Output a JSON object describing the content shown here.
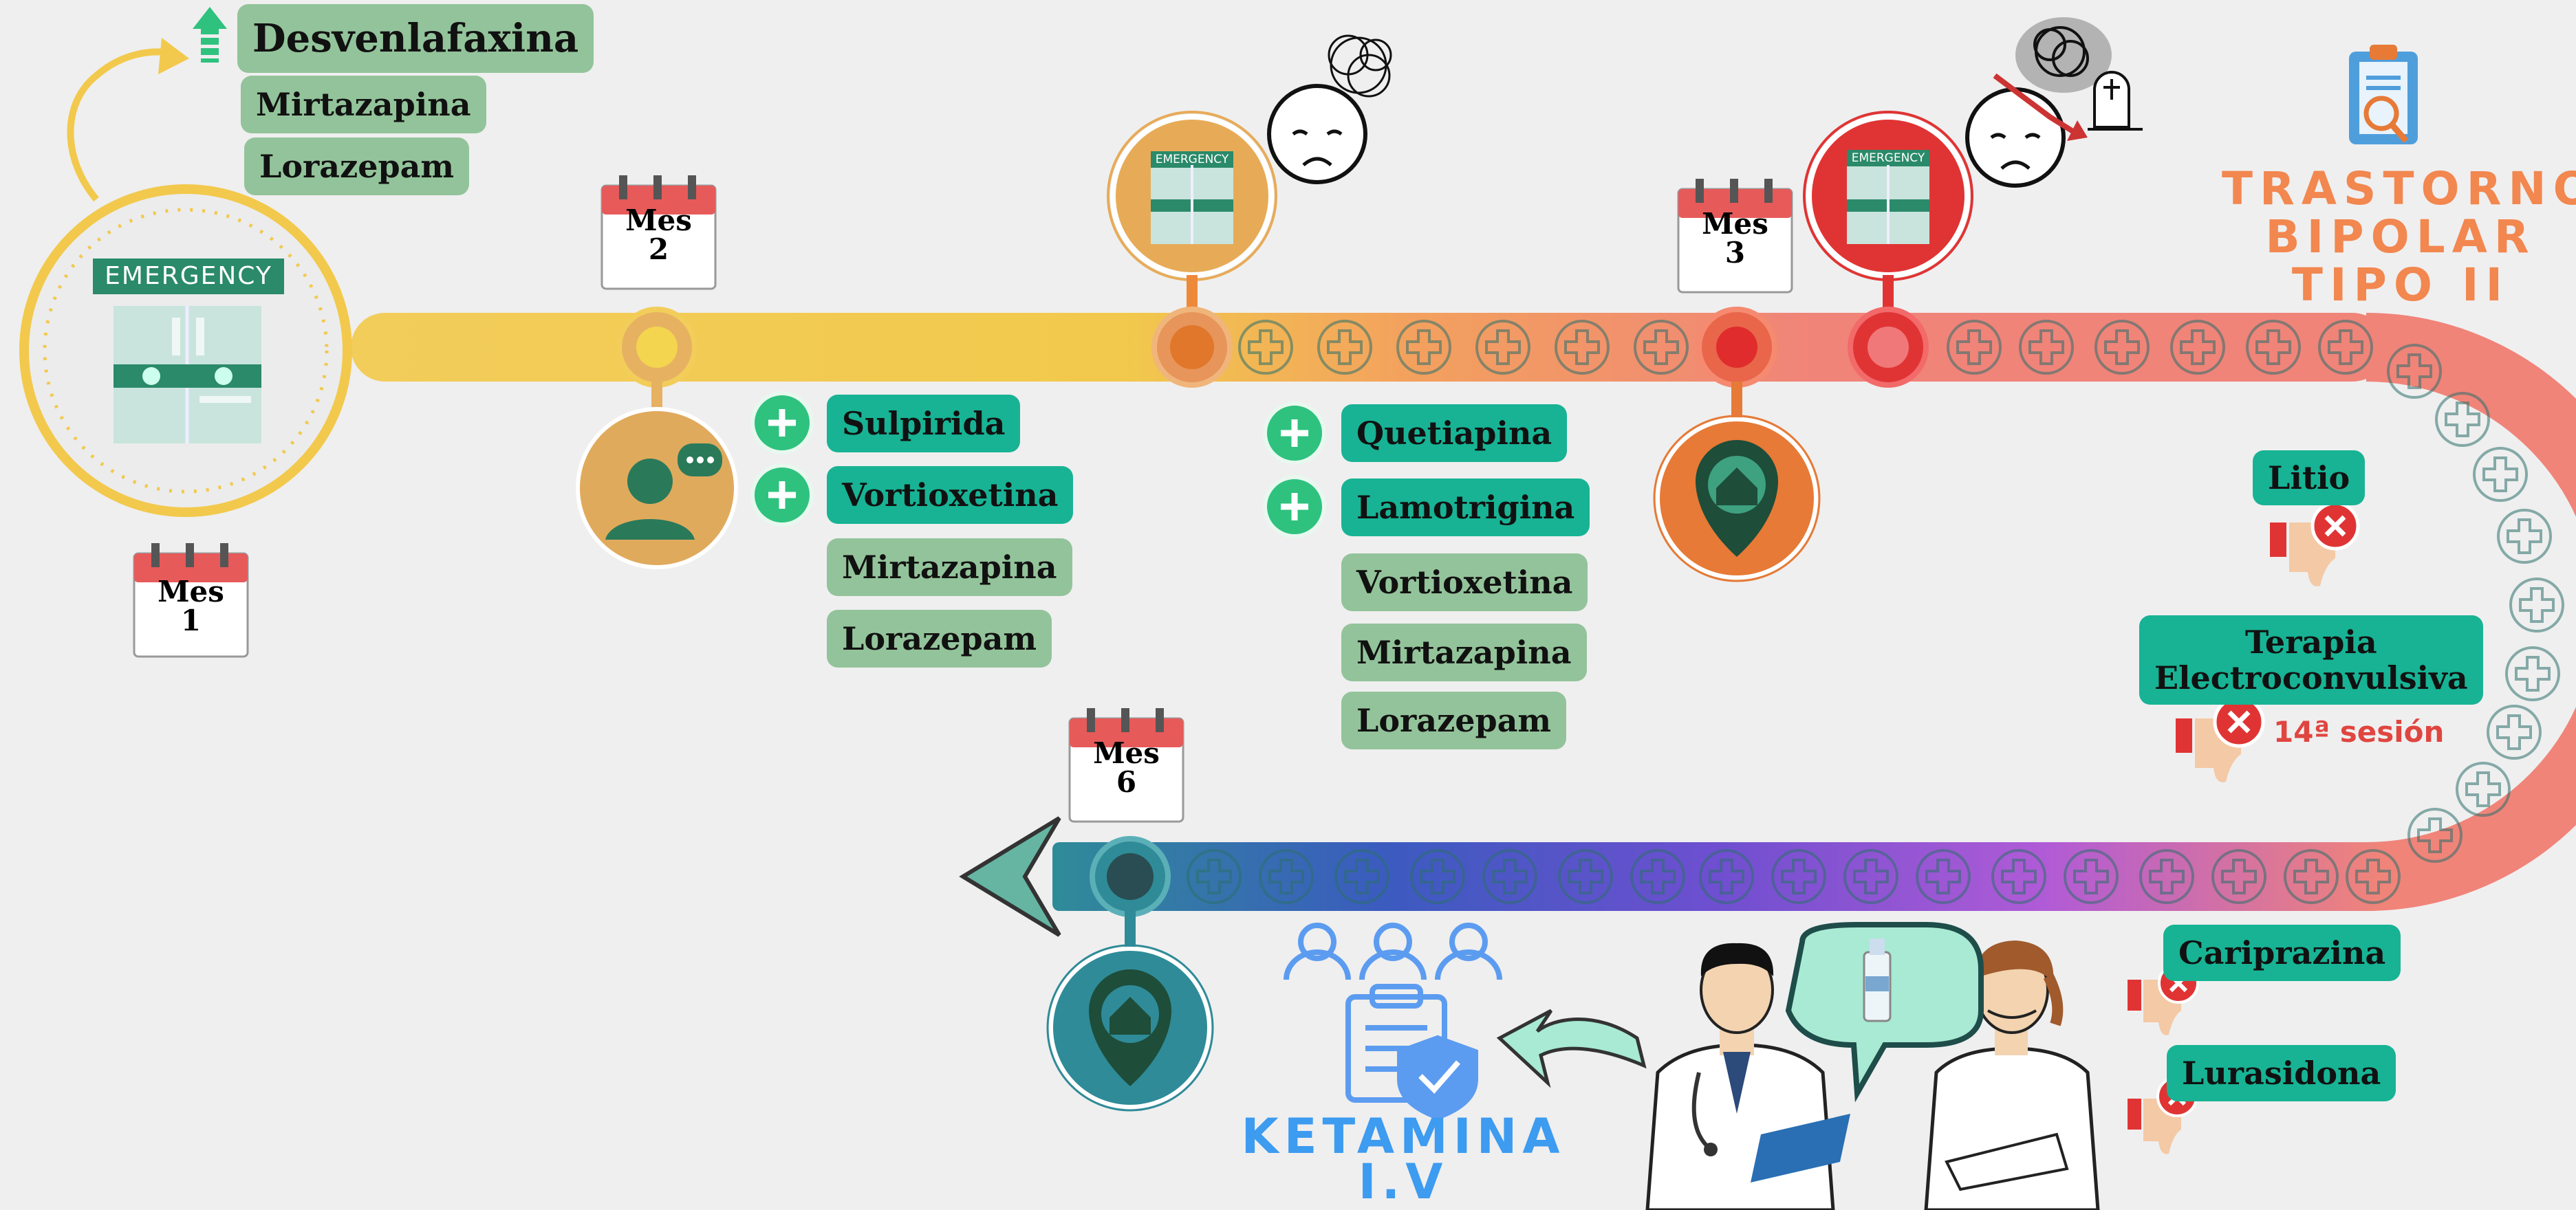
{
  "title": {
    "line1": "TRASTORNO",
    "line2": "BIPOLAR",
    "line3": "TIPO II"
  },
  "calendars": [
    {
      "word": "Mes",
      "num": "1"
    },
    {
      "word": "Mes",
      "num": "2"
    },
    {
      "word": "Mes",
      "num": "3"
    },
    {
      "word": "Mes",
      "num": "6"
    }
  ],
  "emergency_label": "EMERGENCY",
  "groups": {
    "start": [
      "Desvenlafaxina",
      "Mirtazapina",
      "Lorazepam"
    ],
    "month2": [
      "Sulpirida",
      "Vortioxetina",
      "Mirtazapina",
      "Lorazepam"
    ],
    "month3": [
      "Quetiapina",
      "Lamotrigina",
      "Vortioxetina",
      "Mirtazapina",
      "Lorazepam"
    ],
    "failed": {
      "litio": "Litio",
      "tec_line1": "Terapia",
      "tec_line2": "Electroconvulsiva",
      "session": "14ª sesión",
      "cariprazina": "Cariprazina",
      "lurasidona": "Lurasidona"
    }
  },
  "ketamina": {
    "line1": "KETAMINA",
    "line2": "I.V"
  },
  "colors": {
    "yellow": "#f2c94c",
    "orange": "#ed8a3a",
    "red": "#e03434",
    "salmon": "#f08479",
    "teal": "#17b394",
    "sage": "#93c39a",
    "blue": "#3d9bf0",
    "dark_teal": "#2f8b98"
  }
}
